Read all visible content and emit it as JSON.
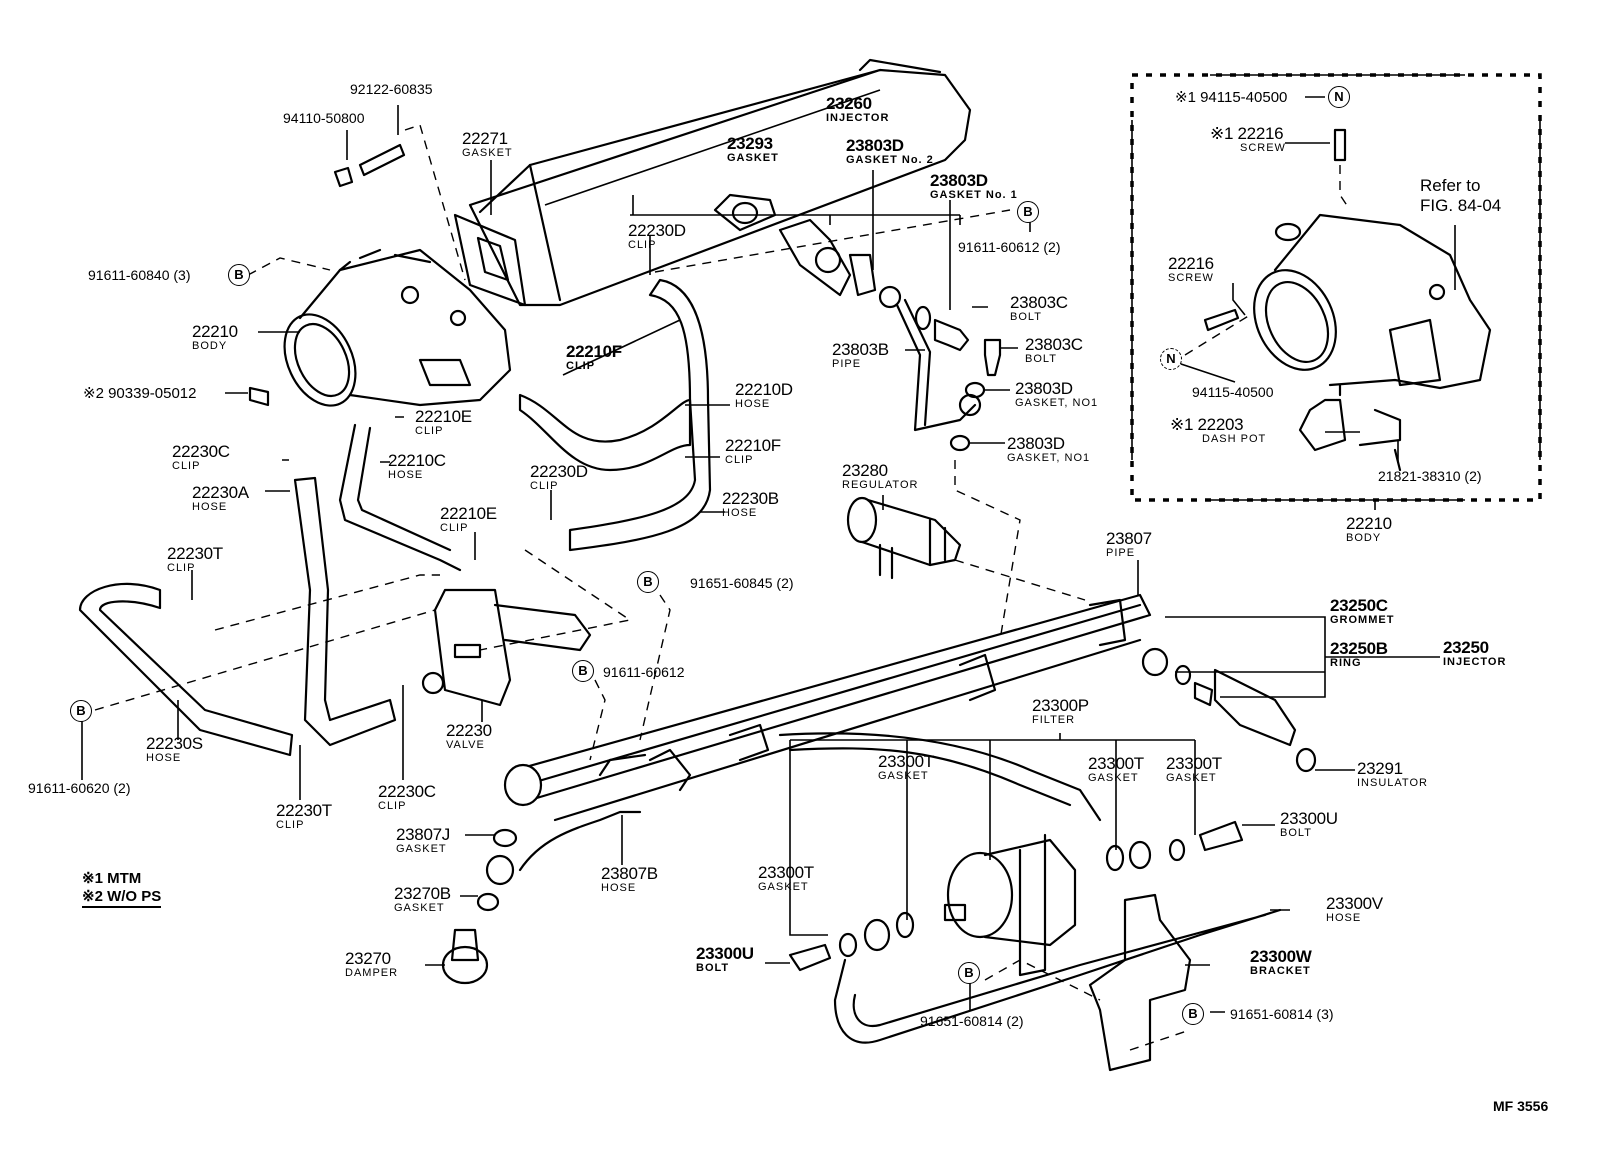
{
  "diagram": {
    "type": "exploded parts diagram",
    "subject": "Throttle body and fuel injection system",
    "figure_code": "MF 3556",
    "notes": [
      {
        "mark": "※1",
        "text": "MTM"
      },
      {
        "mark": "※2",
        "text": "W/O PS"
      }
    ],
    "inset": {
      "refer_line1": "Refer to",
      "refer_line2": "FIG. 84-04",
      "parts": [
        {
          "number": "※1 94115-40500",
          "symbol": "N"
        },
        {
          "number": "※1 22216",
          "name": "SCREW"
        },
        {
          "number": "22216",
          "name": "SCREW"
        },
        {
          "number": "94115-40500",
          "symbol": "N"
        },
        {
          "number": "※1 22203",
          "name": "DASH POT"
        },
        {
          "number": "21821-38310 (2)"
        }
      ],
      "body": {
        "number": "22210",
        "name": "BODY"
      }
    },
    "parts": [
      {
        "number": "92122-60835"
      },
      {
        "number": "94110-50800"
      },
      {
        "number": "22271",
        "name": "GASKET"
      },
      {
        "number": "91611-60840 (3)",
        "symbol": "B"
      },
      {
        "number": "22210",
        "name": "BODY"
      },
      {
        "number": "※2 90339-05012"
      },
      {
        "number": "23260",
        "name": "INJECTOR"
      },
      {
        "number": "23293",
        "name": "GASKET"
      },
      {
        "number": "23803D",
        "name": "GASKET No. 2"
      },
      {
        "number": "23803D",
        "name": "GASKET No. 1"
      },
      {
        "number": "91611-60612 (2)",
        "symbol": "B"
      },
      {
        "number": "22230D",
        "name": "CLIP"
      },
      {
        "number": "22210F",
        "name": "CLIP"
      },
      {
        "number": "22210D",
        "name": "HOSE"
      },
      {
        "number": "22210F",
        "name": "CLIP"
      },
      {
        "number": "23803C",
        "name": "BOLT"
      },
      {
        "number": "23803C",
        "name": "BOLT"
      },
      {
        "number": "23803B",
        "name": "PIPE"
      },
      {
        "number": "23803D",
        "name": "GASKET, NO1"
      },
      {
        "number": "23803D",
        "name": "GASKET, NO1"
      },
      {
        "number": "22210E",
        "name": "CLIP"
      },
      {
        "number": "22230C",
        "name": "CLIP"
      },
      {
        "number": "22210C",
        "name": "HOSE"
      },
      {
        "number": "22230A",
        "name": "HOSE"
      },
      {
        "number": "22210E",
        "name": "CLIP"
      },
      {
        "number": "22230D",
        "name": "CLIP"
      },
      {
        "number": "22230B",
        "name": "HOSE"
      },
      {
        "number": "23280",
        "name": "REGULATOR"
      },
      {
        "number": "22230T",
        "name": "CLIP"
      },
      {
        "number": "91651-60845 (2)",
        "symbol": "B"
      },
      {
        "number": "91611-60612",
        "symbol": "B"
      },
      {
        "number": "23807",
        "name": "PIPE"
      },
      {
        "number": "23250C",
        "name": "GROMMET"
      },
      {
        "number": "23250B",
        "name": "RING"
      },
      {
        "number": "23250",
        "name": "INJECTOR"
      },
      {
        "number": "91611-60620 (2)",
        "symbol": "B"
      },
      {
        "number": "22230S",
        "name": "HOSE"
      },
      {
        "number": "22230",
        "name": "VALVE"
      },
      {
        "number": "22230C",
        "name": "CLIP"
      },
      {
        "number": "22230T",
        "name": "CLIP"
      },
      {
        "number": "23300P",
        "name": "FILTER"
      },
      {
        "number": "23300T",
        "name": "GASKET"
      },
      {
        "number": "23300T",
        "name": "GASKET"
      },
      {
        "number": "23300T",
        "name": "GASKET"
      },
      {
        "number": "23291",
        "name": "INSULATOR"
      },
      {
        "number": "23807J",
        "name": "GASKET"
      },
      {
        "number": "23807B",
        "name": "HOSE"
      },
      {
        "number": "23300T",
        "name": "GASKET"
      },
      {
        "number": "23300U",
        "name": "BOLT"
      },
      {
        "number": "23270B",
        "name": "GASKET"
      },
      {
        "number": "23300U",
        "name": "BOLT"
      },
      {
        "number": "23300V",
        "name": "HOSE"
      },
      {
        "number": "23300W",
        "name": "BRACKET"
      },
      {
        "number": "23270",
        "name": "DAMPER"
      },
      {
        "number": "91651-60814 (3)",
        "symbol": "B"
      },
      {
        "number": "91651-60814 (2)",
        "symbol": "B"
      }
    ]
  }
}
